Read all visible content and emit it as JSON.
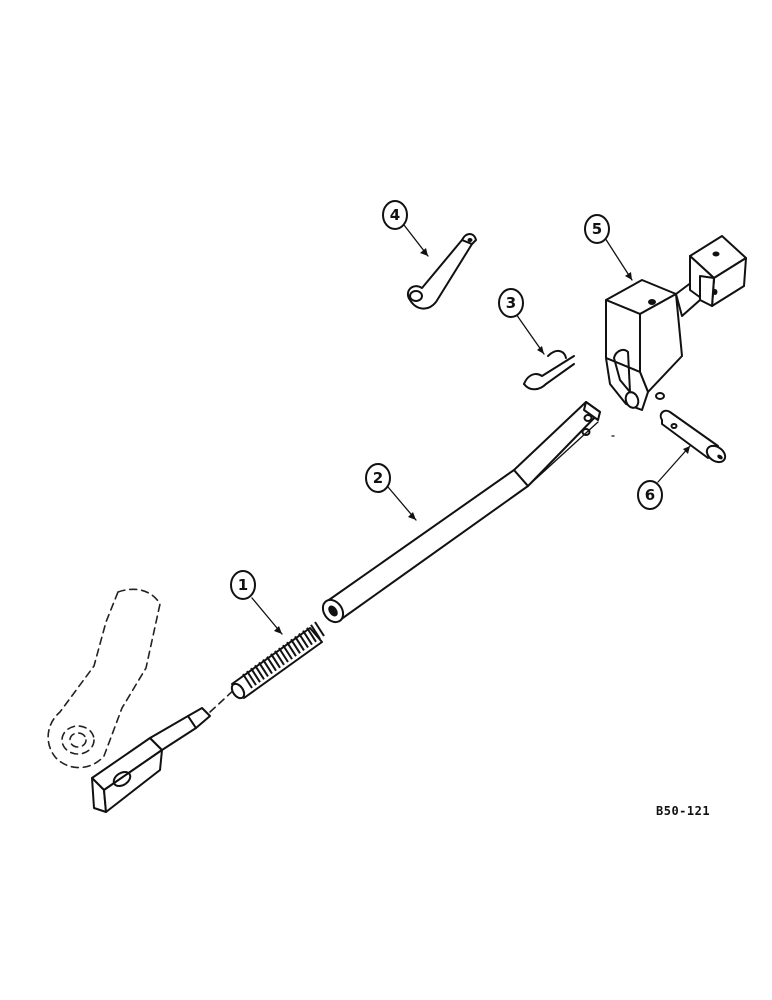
{
  "callouts": [
    {
      "number": "1"
    },
    {
      "number": "2"
    },
    {
      "number": "3"
    },
    {
      "number": "4"
    },
    {
      "number": "5"
    },
    {
      "number": "6"
    }
  ],
  "drawing_code": "B50-121"
}
